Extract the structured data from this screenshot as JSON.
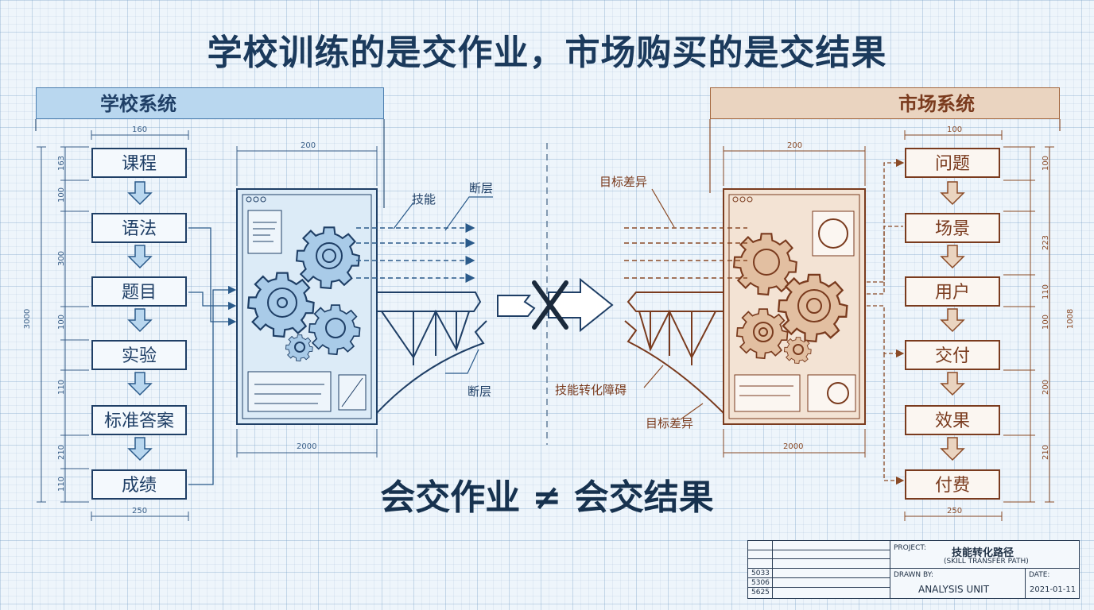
{
  "title": "学校训练的是交作业，市场购买的是交结果",
  "bottom_statement": "会交作业 ≠ 会交结果",
  "left": {
    "header": "学校系统",
    "steps": [
      "课程",
      "语法",
      "题目",
      "实验",
      "标准答案",
      "成绩"
    ],
    "top_dim": "160",
    "bottom_dim": "250",
    "side_dims": [
      "163",
      "100",
      "300",
      "100",
      "110",
      "210",
      "110"
    ],
    "total_dim": "3000",
    "panel_top_dim": "200",
    "panel_bottom_dim": "2000",
    "labels": {
      "skills": "技能",
      "fault_top": "断层",
      "fault_bottom": "断层"
    }
  },
  "right": {
    "header": "市场系统",
    "steps": [
      "问题",
      "场景",
      "用户",
      "交付",
      "效果",
      "付费"
    ],
    "top_dim": "100",
    "bottom_dim": "250",
    "side_dims": [
      "100",
      "223",
      "110",
      "100",
      "200",
      "210"
    ],
    "total_dim": "1008",
    "panel_top_dim": "200",
    "panel_bottom_dim": "2000",
    "labels": {
      "goal_top": "目标差异",
      "barrier": "技能转化障碍",
      "goal_bottom": "目标差异"
    }
  },
  "title_block": {
    "project_label": "PROJECT:",
    "project_name": "技能转化路径",
    "project_sub": "(SKILL TRANSFER PATH)",
    "drawn_label": "DRAWN BY:",
    "drawn_value": "ANALYSIS UNIT",
    "date_label": "DATE:",
    "date_value": "2021-01-11",
    "codes": [
      "5033",
      "5306",
      "5625"
    ]
  },
  "colors": {
    "blue": "#1f3f66",
    "blue_light": "#b9d7ef",
    "orange": "#7a3b1e",
    "orange_light": "#ead4c0",
    "navy": "#1b3a5c"
  }
}
